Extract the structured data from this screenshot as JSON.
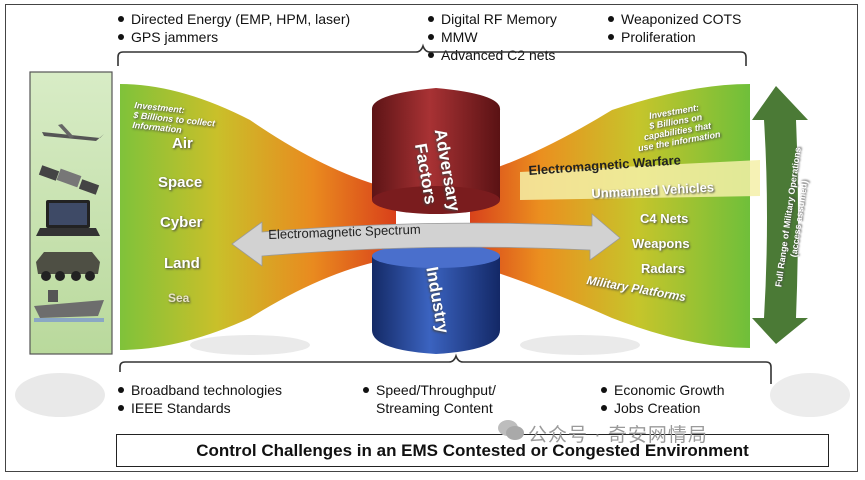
{
  "top_bullets": {
    "col1": [
      "Directed Energy (EMP, HPM, laser)",
      "GPS jammers"
    ],
    "col2": [
      "Digital RF Memory",
      "MMW",
      "Advanced C2 nets"
    ],
    "col3": [
      "Weaponized COTS",
      "Proliferation"
    ]
  },
  "bottom_bullets": {
    "col1": [
      "Broadband technologies",
      "IEEE Standards"
    ],
    "col2": [
      "Speed/Throughput/",
      "Streaming Content"
    ],
    "col3": [
      "Economic Growth",
      "Jobs Creation"
    ]
  },
  "left_funnel": {
    "investment": [
      "Investment:",
      "$ Billions to collect",
      "Information"
    ],
    "domains": [
      "Air",
      "Space",
      "Cyber",
      "Land",
      "Sea"
    ]
  },
  "right_funnel": {
    "investment": [
      "Investment:",
      "$ Billions on",
      "capabilities that",
      "use the information"
    ],
    "capabilities": [
      "Electromagnetic Warfare",
      "Unmanned Vehicles",
      "C4 Nets",
      "Weapons",
      "Radars",
      "Military Platforms"
    ]
  },
  "center": {
    "top_cylinder": [
      "Adversary",
      "Factors"
    ],
    "bottom_cylinder": "Industry",
    "spectrum_arrow": "Electromagnetic Spectrum"
  },
  "side_arrow_text": [
    "Full Range of Military Operations",
    "(access assumed)"
  ],
  "footer_title": "Control Challenges in an EMS Contested or Congested Environment",
  "watermark": "公众号 · 奇安网情局",
  "colors": {
    "left_panel": "#c9e3b0",
    "cyl_red": "#8e2426",
    "cyl_blue": "#27479a",
    "arrow_green": "#4b7a36"
  }
}
